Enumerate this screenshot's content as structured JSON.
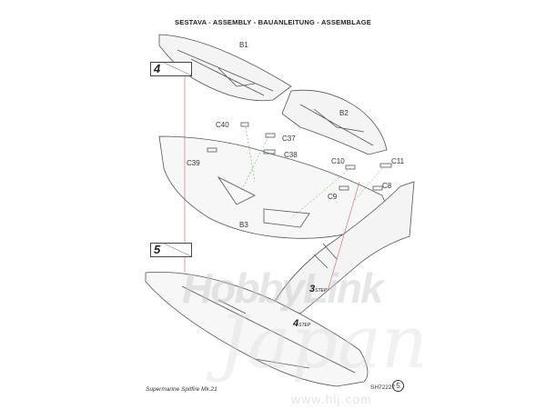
{
  "header": {
    "title": "SESTAVA -  ASSEMBLY - BAUANLEITUNG - ASSEMBLAGE"
  },
  "steps": [
    {
      "number": "4"
    },
    {
      "number": "5"
    }
  ],
  "substeps": [
    {
      "number": "3",
      "label": "STEP"
    },
    {
      "number": "4",
      "label": "STEP"
    }
  ],
  "part_labels": {
    "B1": "B1",
    "B2": "B2",
    "B3": "B3",
    "C40": "C40",
    "C37": "C37",
    "C38": "C38",
    "C39": "C39",
    "C10": "C10",
    "C11": "C11",
    "C9": "C9",
    "C8": "C8"
  },
  "footer": {
    "model_name": "Supermarine Spitfire Mk.21",
    "code": "SH72227",
    "page": "5"
  },
  "watermark": {
    "brand": "HobbyLink",
    "script": "Japan",
    "url": "www.hlj.com"
  }
}
